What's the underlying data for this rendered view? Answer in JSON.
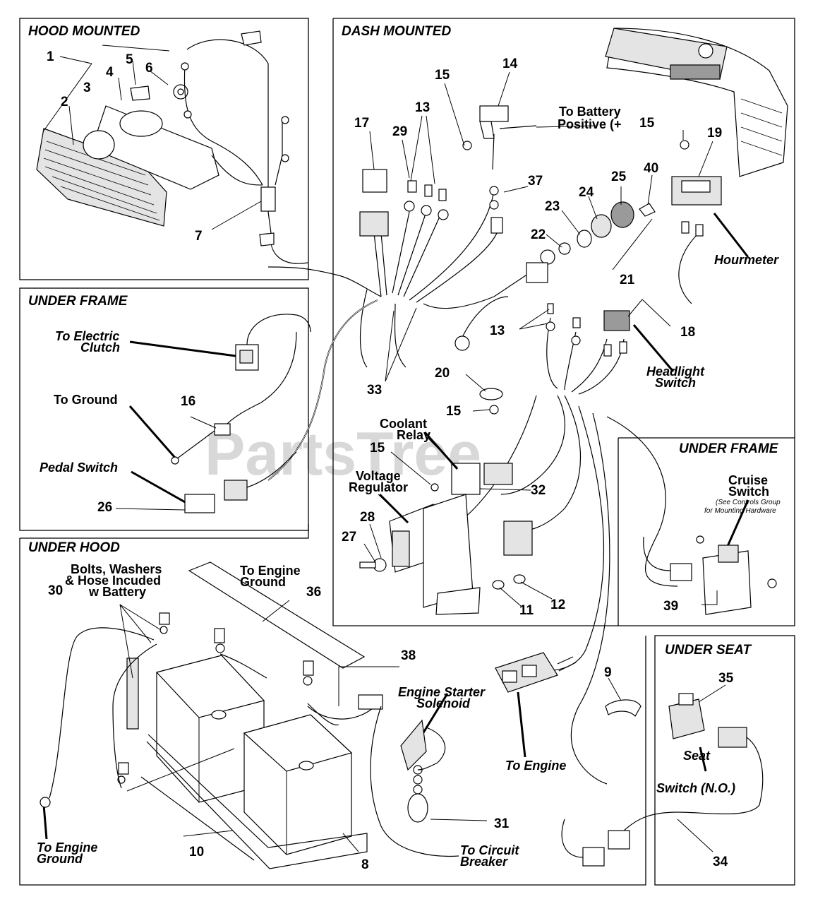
{
  "watermark": "PartsTree",
  "sections": {
    "hood_mounted": "HOOD MOUNTED",
    "dash_mounted": "DASH MOUNTED",
    "under_frame_left": "UNDER FRAME",
    "under_frame_right": "UNDER FRAME",
    "under_hood": "UNDER HOOD",
    "under_seat": "UNDER SEAT"
  },
  "callouts": [
    "1",
    "2",
    "3",
    "4",
    "5",
    "6",
    "7",
    "14",
    "15",
    "13",
    "17",
    "29",
    "15",
    "19",
    "37",
    "40",
    "25",
    "24",
    "23",
    "22",
    "21",
    "13",
    "18",
    "33",
    "20",
    "15",
    "15",
    "32",
    "28",
    "27",
    "11",
    "12",
    "16",
    "26",
    "30",
    "36",
    "38",
    "9",
    "35",
    "31",
    "10",
    "8",
    "34",
    "39"
  ],
  "labels": {
    "to_battery_positive_1": "To Battery",
    "to_battery_positive_2": "Positive (+",
    "hourmeter": "Hourmeter",
    "headlight_switch_1": "Headlight",
    "headlight_switch_2": "Switch",
    "coolant_relay_1": "Coolant",
    "coolant_relay_2": "Relay",
    "voltage_regulator_1": "Voltage",
    "voltage_regulator_2": "Regulator",
    "to_electric_clutch_1": "To Electric",
    "to_electric_clutch_2": "Clutch",
    "to_ground": "To Ground",
    "pedal_switch": "Pedal Switch",
    "to_engine_ground_mid_1": "To Engine",
    "to_engine_ground_mid_2": "Ground",
    "cruise_switch_1": "Cruise",
    "cruise_switch_2": "Switch",
    "cruise_note_1": "(See Controls Group",
    "cruise_note_2": "for Mounting Hardware",
    "bolts_1": "Bolts, Washers",
    "bolts_2": "& Hose Incuded",
    "bolts_3": "w Battery",
    "engine_starter_1": "Engine Starter",
    "engine_starter_2": "Solenoid",
    "to_engine": "To Engine",
    "to_engine_ground_left_1": "To Engine",
    "to_engine_ground_left_2": "Ground",
    "to_circuit_breaker_1": "To Circuit",
    "to_circuit_breaker_2": "Breaker",
    "seat_switch_1": "Seat",
    "seat_switch_2": "Switch (N.O.)"
  }
}
